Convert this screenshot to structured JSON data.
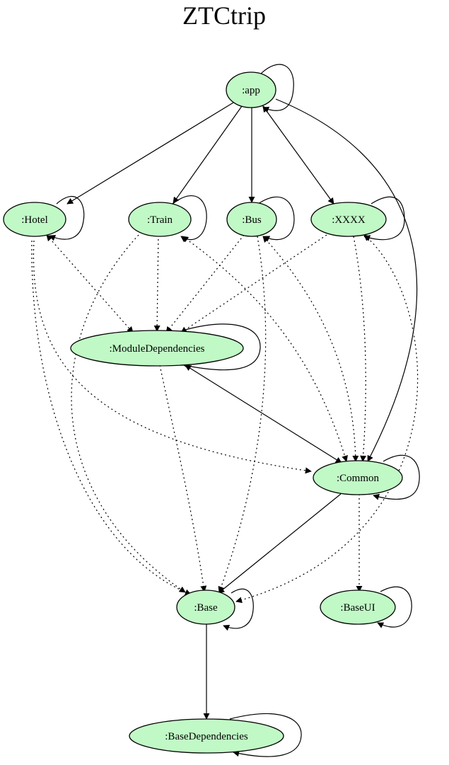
{
  "title": "ZTCtrip",
  "colors": {
    "node_fill": "#c1f9c6",
    "stroke": "#000000"
  },
  "nodes": {
    "app": ":app",
    "hotel": ":Hotel",
    "train": ":Train",
    "bus": ":Bus",
    "xxxx": ":XXXX",
    "moddeps": ":ModuleDependencies",
    "common": ":Common",
    "base": ":Base",
    "baseui": ":BaseUI",
    "basedeps": ":BaseDependencies"
  },
  "edges": [
    {
      "from": "app",
      "to": "app",
      "style": "solid",
      "head": "end"
    },
    {
      "from": "app",
      "to": "hotel",
      "style": "solid",
      "head": "end"
    },
    {
      "from": "app",
      "to": "train",
      "style": "solid",
      "head": "end"
    },
    {
      "from": "app",
      "to": "bus",
      "style": "solid",
      "head": "end"
    },
    {
      "from": "app",
      "to": "xxxx",
      "style": "solid",
      "head": "both"
    },
    {
      "from": "app",
      "to": "common",
      "style": "solid",
      "head": "end"
    },
    {
      "from": "hotel",
      "to": "hotel",
      "style": "solid",
      "head": "end"
    },
    {
      "from": "train",
      "to": "train",
      "style": "solid",
      "head": "end"
    },
    {
      "from": "bus",
      "to": "bus",
      "style": "solid",
      "head": "end"
    },
    {
      "from": "xxxx",
      "to": "xxxx",
      "style": "solid",
      "head": "end"
    },
    {
      "from": "hotel",
      "to": "moddeps",
      "style": "dashed",
      "head": "both"
    },
    {
      "from": "train",
      "to": "moddeps",
      "style": "dashed",
      "head": "end"
    },
    {
      "from": "bus",
      "to": "moddeps",
      "style": "dashed",
      "head": "end"
    },
    {
      "from": "xxxx",
      "to": "moddeps",
      "style": "dashed",
      "head": "end"
    },
    {
      "from": "moddeps",
      "to": "moddeps",
      "style": "solid",
      "head": "end"
    },
    {
      "from": "moddeps",
      "to": "common",
      "style": "solid",
      "head": "both"
    },
    {
      "from": "hotel",
      "to": "common",
      "style": "dashed",
      "head": "end"
    },
    {
      "from": "train",
      "to": "common",
      "style": "dashed",
      "head": "both"
    },
    {
      "from": "bus",
      "to": "common",
      "style": "dashed",
      "head": "both"
    },
    {
      "from": "xxxx",
      "to": "common",
      "style": "dashed",
      "head": "end"
    },
    {
      "from": "common",
      "to": "common",
      "style": "solid",
      "head": "end"
    },
    {
      "from": "hotel",
      "to": "base",
      "style": "dashed",
      "head": "end"
    },
    {
      "from": "train",
      "to": "base",
      "style": "dashed",
      "head": "end"
    },
    {
      "from": "bus",
      "to": "base",
      "style": "dashed",
      "head": "end"
    },
    {
      "from": "xxxx",
      "to": "base",
      "style": "dashed",
      "head": "both"
    },
    {
      "from": "moddeps",
      "to": "base",
      "style": "dashed",
      "head": "end"
    },
    {
      "from": "common",
      "to": "base",
      "style": "solid",
      "head": "end"
    },
    {
      "from": "common",
      "to": "baseui",
      "style": "dashed",
      "head": "end"
    },
    {
      "from": "base",
      "to": "base",
      "style": "solid",
      "head": "end"
    },
    {
      "from": "baseui",
      "to": "baseui",
      "style": "solid",
      "head": "end"
    },
    {
      "from": "base",
      "to": "basedeps",
      "style": "solid",
      "head": "end"
    },
    {
      "from": "basedeps",
      "to": "basedeps",
      "style": "solid",
      "head": "end"
    }
  ]
}
